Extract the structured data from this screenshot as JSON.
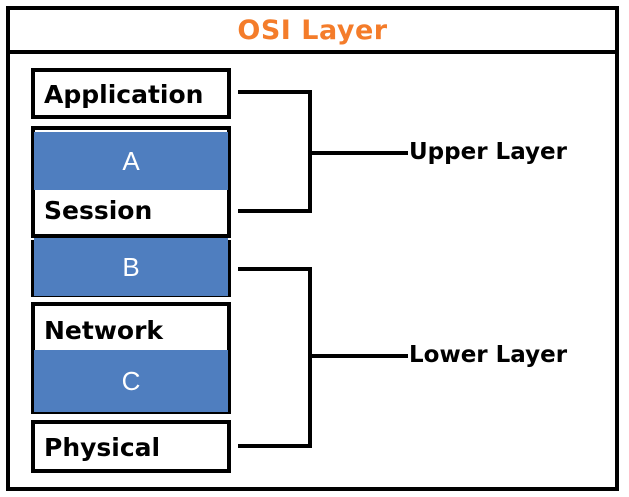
{
  "title": "OSI Layer",
  "colors": {
    "title": "#F47C2A",
    "hidden_fill": "#4F7EBF",
    "border": "#000000"
  },
  "layers": {
    "application": "Application",
    "session": "Session",
    "network": "Network",
    "physical": "Physical"
  },
  "hidden_layers": {
    "a": "A",
    "b": "B",
    "c": "C"
  },
  "groups": {
    "upper": "Upper Layer",
    "lower": "Lower Layer"
  }
}
